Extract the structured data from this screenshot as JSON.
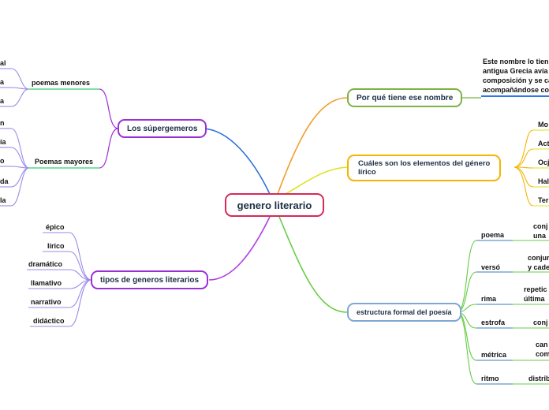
{
  "central": "genero literario",
  "branches": {
    "supergeneros": {
      "title": "Los súpergemeros",
      "menores": {
        "title": "poemas menores",
        "items": [
          "al",
          "a",
          "a"
        ]
      },
      "mayores": {
        "title": "Poemas mayores",
        "items": [
          "n",
          "ía",
          "o",
          "da",
          "la"
        ]
      }
    },
    "tipos": {
      "title": "tipos de generos literarios",
      "items": [
        "épico",
        "lírico",
        "dramático",
        "llamativo",
        "narrativo",
        "didáctico"
      ]
    },
    "porque": {
      "title": "Por qué tiene ese nombre",
      "text_lines": [
        "Este nombre lo tien",
        "antigua Grecia avía",
        "composición y se ca",
        "acompañándose co"
      ]
    },
    "elementos": {
      "title_lines": [
        "Cuáles son los elementos del género",
        "lírico"
      ],
      "items": [
        "Mo",
        "Act",
        "Ocj",
        "Hal",
        "Ter"
      ]
    },
    "estructura": {
      "title": "estructura formal del poesía",
      "items": [
        {
          "label": "poema",
          "detail": [
            "conj",
            "una"
          ]
        },
        {
          "label": "versó",
          "detail": [
            "conjur",
            "y cade"
          ]
        },
        {
          "label": "rima",
          "detail": [
            "repetic",
            "última"
          ]
        },
        {
          "label": "estrofa",
          "detail": [
            "conj"
          ]
        },
        {
          "label": "métrica",
          "detail": [
            "can",
            "com"
          ]
        },
        {
          "label": "ritmo",
          "detail": [
            "distrib"
          ]
        }
      ]
    }
  },
  "colors": {
    "central": "#d62a5a",
    "supergeneros": "#9b2fd6",
    "tipos": "#9b2fd6",
    "porque": "#7cb342",
    "elementos": "#f4b400",
    "estructura": "#7fa7d1",
    "line_blue": "#2a6fe0",
    "line_orange": "#f0a030",
    "line_yellow": "#e0e020",
    "line_green": "#66cc44",
    "line_purple": "#b03fe0",
    "underline_menores": "#57d68d",
    "underline_porque": "#2a7ae2",
    "underline_lila": "#9a8be8"
  }
}
